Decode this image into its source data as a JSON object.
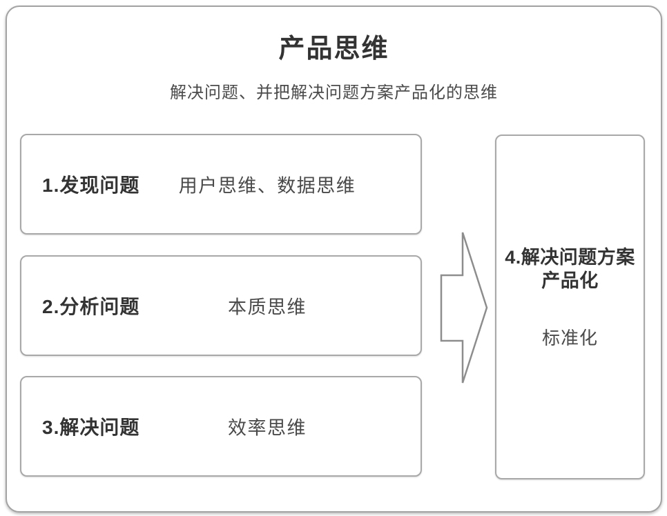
{
  "header": {
    "title": "产品思维",
    "subtitle": "解决问题、并把解决问题方案产品化的思维"
  },
  "steps": [
    {
      "label": "1.发现问题",
      "description": "用户思维、数据思维"
    },
    {
      "label": "2.分析问题",
      "description": "本质思维"
    },
    {
      "label": "3.解决问题",
      "description": "效率思维"
    }
  ],
  "result": {
    "title_line1": "4.解决问题方案",
    "title_line2": "产品化",
    "description": "标准化"
  },
  "icons": {
    "arrow": "block-arrow-right"
  },
  "colors": {
    "frame_border": "#a3a3a3",
    "box_border": "#a8a8a8",
    "arrow_stroke": "#8d8d8d",
    "heading_text": "#333333",
    "body_text": "#4a4a4a",
    "background": "#ffffff"
  }
}
